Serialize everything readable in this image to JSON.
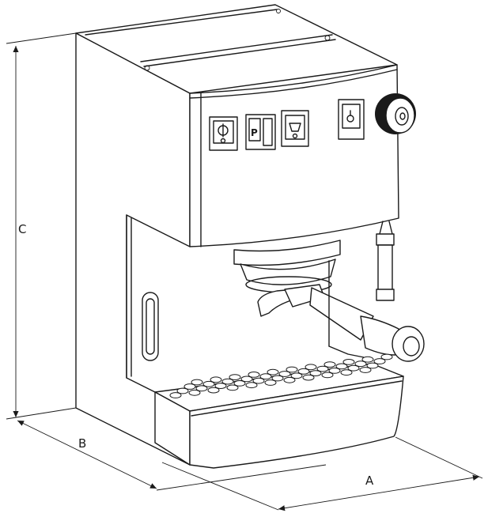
{
  "dimensions": {
    "height_label": "C",
    "depth_label": "B",
    "width_label": "A"
  },
  "switch_symbols": {
    "power": "P"
  }
}
